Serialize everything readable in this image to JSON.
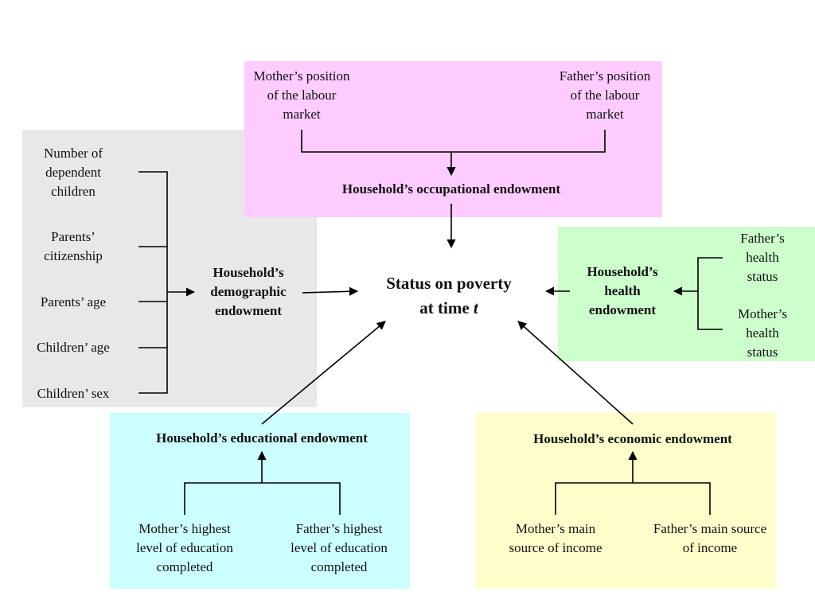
{
  "colors": {
    "occupational_box": "#ffccff",
    "demographic_box": "#e8e8e8",
    "health_box": "#ccffcc",
    "educational_box": "#ccffff",
    "economic_box": "#ffffcc",
    "lines": "#000000"
  },
  "center": {
    "title": "Status on poverty",
    "time_prefix": "at time ",
    "time_var": "t"
  },
  "occupational": {
    "title": "Household’s occupational endowment",
    "mother": "Mother’s position\nof the labour\nmarket",
    "father": "Father’s position\nof the labour\nmarket"
  },
  "demographic": {
    "title": "Household’s\ndemographic\nendowment",
    "items": [
      "Number of\ndependent\nchildren",
      "Parents’\ncitizenship",
      "Parents’ age",
      "Children’ age",
      "Children’ sex"
    ]
  },
  "health": {
    "title": "Household’s\nhealth\nendowment",
    "father": "Father’s\nhealth\nstatus",
    "mother": "Mother’s\nhealth\nstatus"
  },
  "educational": {
    "title": "Household’s educational endowment",
    "mother": "Mother’s highest\nlevel of education\ncompleted",
    "father": "Father’s highest\nlevel of education\ncompleted"
  },
  "economic": {
    "title": "Household’s economic endowment",
    "mother": "Mother’s main\nsource of income",
    "father": "Father’s main source\nof income"
  }
}
